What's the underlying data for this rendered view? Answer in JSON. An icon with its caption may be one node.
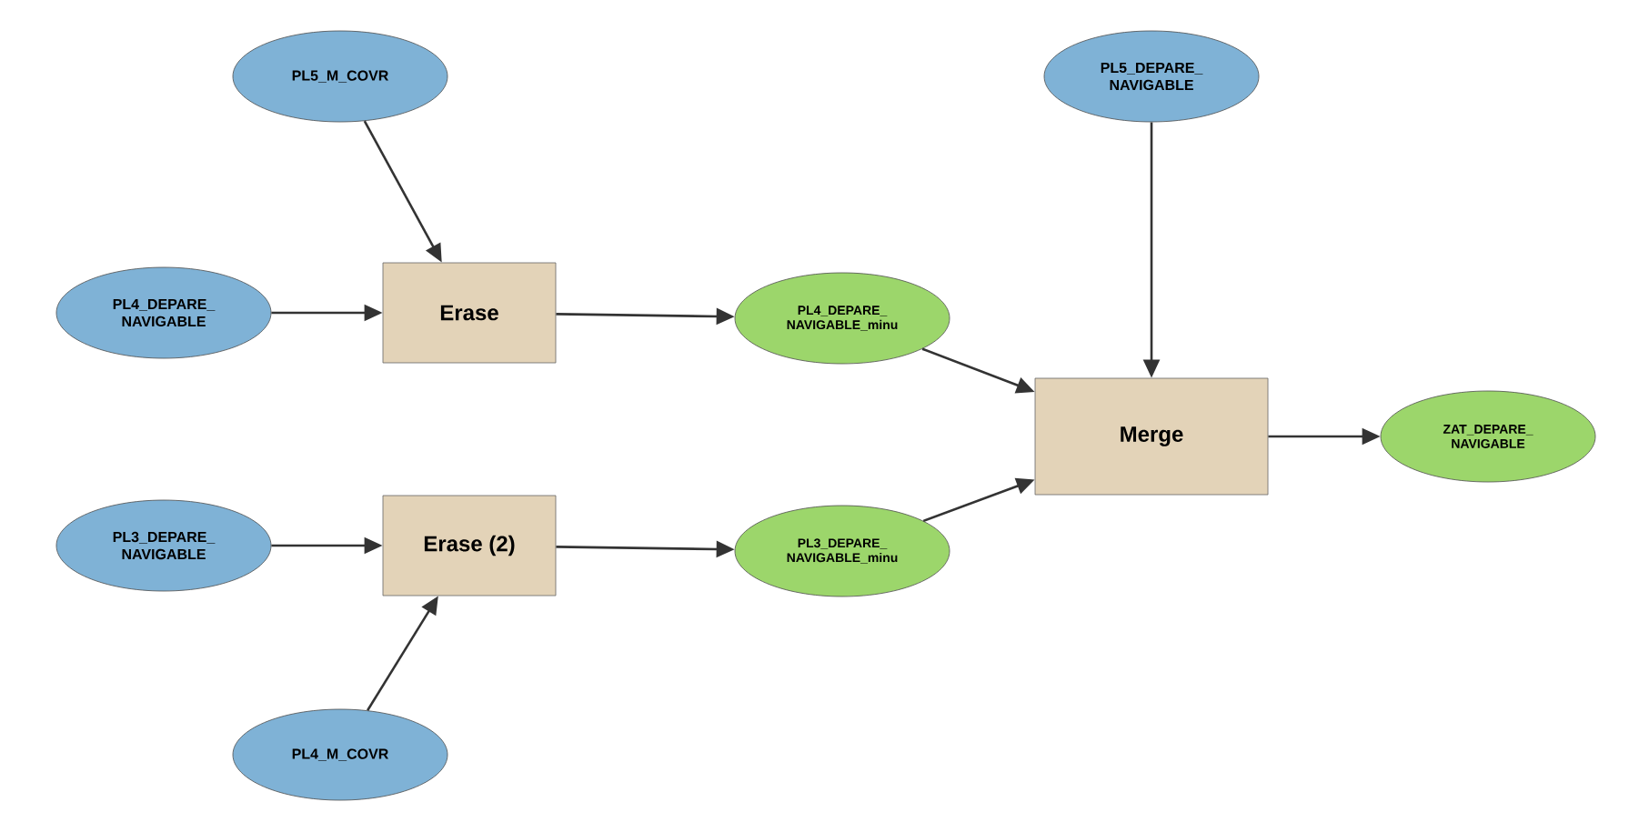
{
  "diagram": {
    "nodes": [
      {
        "text": [
          "PL5_M_COVR"
        ]
      },
      {
        "text": [
          "PL4_DEPARE_ NAVIGABLE"
        ]
      },
      {
        "text": [
          "Erase"
        ]
      },
      {
        "text": [
          "PL4_DEPARE_ NAVIGABLE_minu"
        ]
      },
      {
        "text": [
          "PL5_DEPARE_ NAVIGABLE"
        ]
      },
      {
        "text": [
          "Merge"
        ]
      },
      {
        "text": [
          "ZAT_DEPARE_ NAVIGABLE"
        ]
      },
      {
        "text": [
          "PL3_DEPARE_ NAVIGABLE"
        ]
      },
      {
        "text": [
          "Erase (2)"
        ]
      },
      {
        "text": [
          "PL3_DEPARE_ NAVIGABLE_minu"
        ]
      },
      {
        "text": [
          "PL4_M_COVR"
        ]
      }
    ],
    "edges": [
      {
        "from": 0,
        "to": 2,
        "arrow": "to"
      },
      {
        "from": 1,
        "to": 2,
        "arrow": "to"
      },
      {
        "from": 2,
        "to": 3,
        "arrow": "to"
      },
      {
        "from": 3,
        "to": 5,
        "arrow": "to"
      },
      {
        "from": 4,
        "to": 5,
        "arrow": "to"
      },
      {
        "from": 5,
        "to": 6,
        "arrow": "to"
      },
      {
        "from": 7,
        "to": 8,
        "arrow": "to"
      },
      {
        "from": 8,
        "to": 9,
        "arrow": "to"
      },
      {
        "from": 9,
        "to": 5,
        "arrow": "to"
      },
      {
        "from": 10,
        "to": 8,
        "arrow": "to"
      }
    ]
  }
}
